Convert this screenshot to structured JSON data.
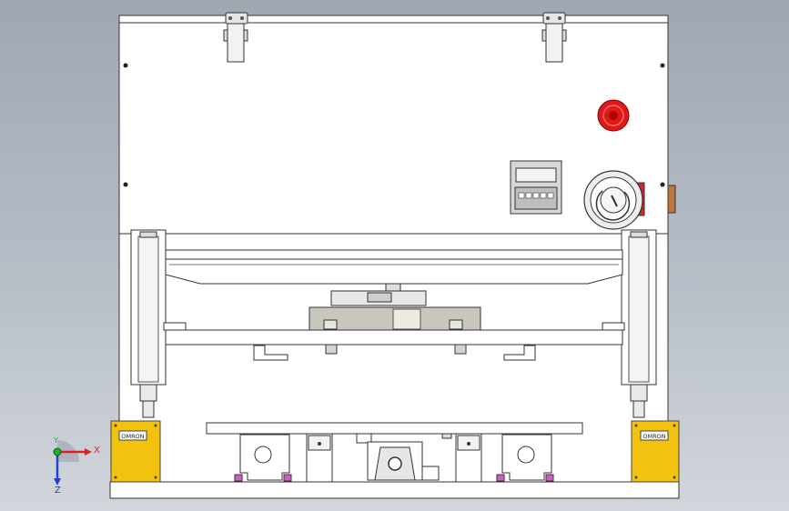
{
  "viewport": {
    "background_top": "#9fa7b2",
    "background_bottom": "#d2d6dc"
  },
  "colors": {
    "frame": "#ffffff",
    "outline": "#333333",
    "steel": "#c9c6bd",
    "yellow": "#f2c20f",
    "red": "#e01818",
    "magenta": "#d060c8",
    "axis_x": "#e02020",
    "axis_y": "#20b020",
    "axis_z": "#2040d0"
  },
  "components": {
    "emergency_stop": "emergency-stop-icon",
    "timer_display": "timer-icon",
    "selector_knob": "selector-knob-icon"
  },
  "sensor_labels": {
    "left": "OMRON",
    "right": "OMRON"
  },
  "triad": {
    "x_label": "X",
    "y_label": "Y",
    "z_label": "Z"
  }
}
